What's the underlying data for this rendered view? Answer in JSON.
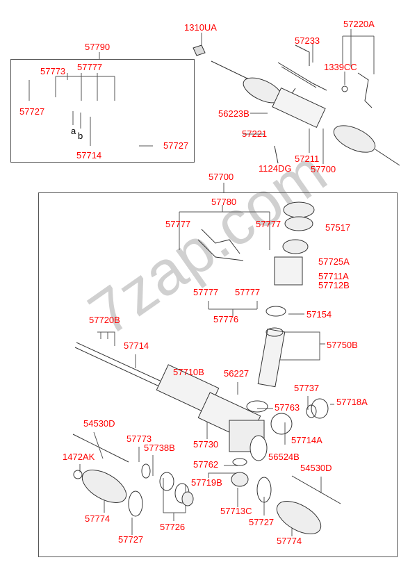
{
  "watermark": "7zap.com",
  "top_labels": {
    "nut": "1310UA",
    "bracket_small": "57233",
    "clamp_set": "57220A",
    "bolt_nut": "1339CC",
    "bracket_left": "56223B",
    "clamp_left": "57221",
    "bolt": "1124DG",
    "bushing": "57211",
    "assembly": "57700"
  },
  "kit_box": {
    "title": "57790",
    "seal_ring": "57773",
    "tube": "57777",
    "ring_left": "57727",
    "a": "a",
    "b": "b",
    "seal": "57714",
    "ring_right": "57727"
  },
  "main_box": {
    "title": "57700",
    "labels": {
      "tube_set": "57780",
      "tube_l": "57777",
      "tube_r": "57777",
      "seal_top": "57517",
      "valve": "57725A",
      "oring_a": "57711A",
      "oring_b": "57712B",
      "tube_bl": "57777",
      "tube_br": "57777",
      "tube_group": "57776",
      "oil_seal": "57154",
      "ring_set": "57720B",
      "pinion": "57750B",
      "seal": "57714",
      "housing": "57710B",
      "screw": "56227",
      "spring": "57737",
      "locknut": "57718A",
      "bearing_ring": "57763",
      "tie_rod_l": "54530D",
      "snap_ring": "57773",
      "bushing": "57738B",
      "rack": "57730",
      "yoke": "57714A",
      "nut": "1472AK",
      "cover": "56524B",
      "seal_lower": "57762",
      "tie_rod_r": "54530D",
      "bearing": "57719B",
      "plug": "57713C",
      "boot_l": "57774",
      "clamp_r": "57727",
      "bush_set": "57726",
      "boot_r": "57774",
      "clamp_l": "57727"
    }
  }
}
